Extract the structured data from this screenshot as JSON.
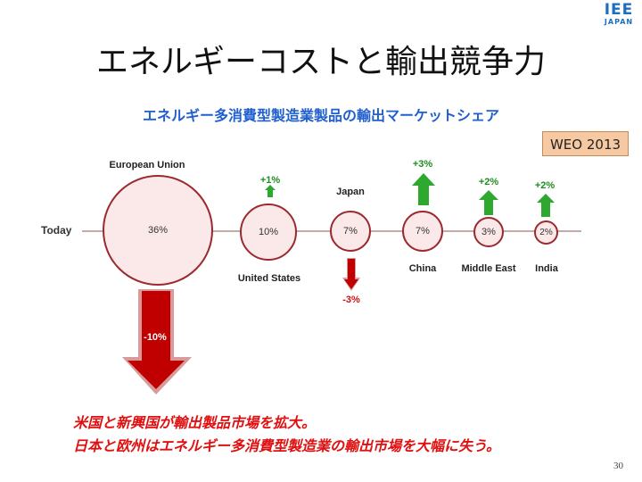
{
  "logo": {
    "main": "IEE",
    "sub": "JAPAN"
  },
  "title": "エネルギーコストと輸出競争力",
  "subtitle": "エネルギー多消費型製造業製品の輸出マーケットシェア",
  "badge": "WEO 2013",
  "axis_label": "Today",
  "regions": [
    {
      "name": "European Union",
      "share": "36%",
      "change": "-10%"
    },
    {
      "name": "United States",
      "share": "10%",
      "change": "+1%"
    },
    {
      "name": "Japan",
      "share": "7%",
      "change": "-3%"
    },
    {
      "name": "China",
      "share": "7%",
      "change": "+3%"
    },
    {
      "name": "Middle East",
      "share": "3%",
      "change": "+2%"
    },
    {
      "name": "India",
      "share": "2%",
      "change": "+2%"
    }
  ],
  "colors": {
    "title_blue": "#1f5fd0",
    "circle_border": "#9b2a30",
    "circle_fill": "#fbe8e8",
    "up_green": "#2ea82e",
    "down_red": "#cc0000",
    "caption_red": "#e01010"
  },
  "captions": [
    "米国と新興国が輸出製品市場を拡大。",
    "日本と欧州はエネルギー多消費型製造業の輸出市場を大幅に失う。"
  ],
  "page_number": "30"
}
